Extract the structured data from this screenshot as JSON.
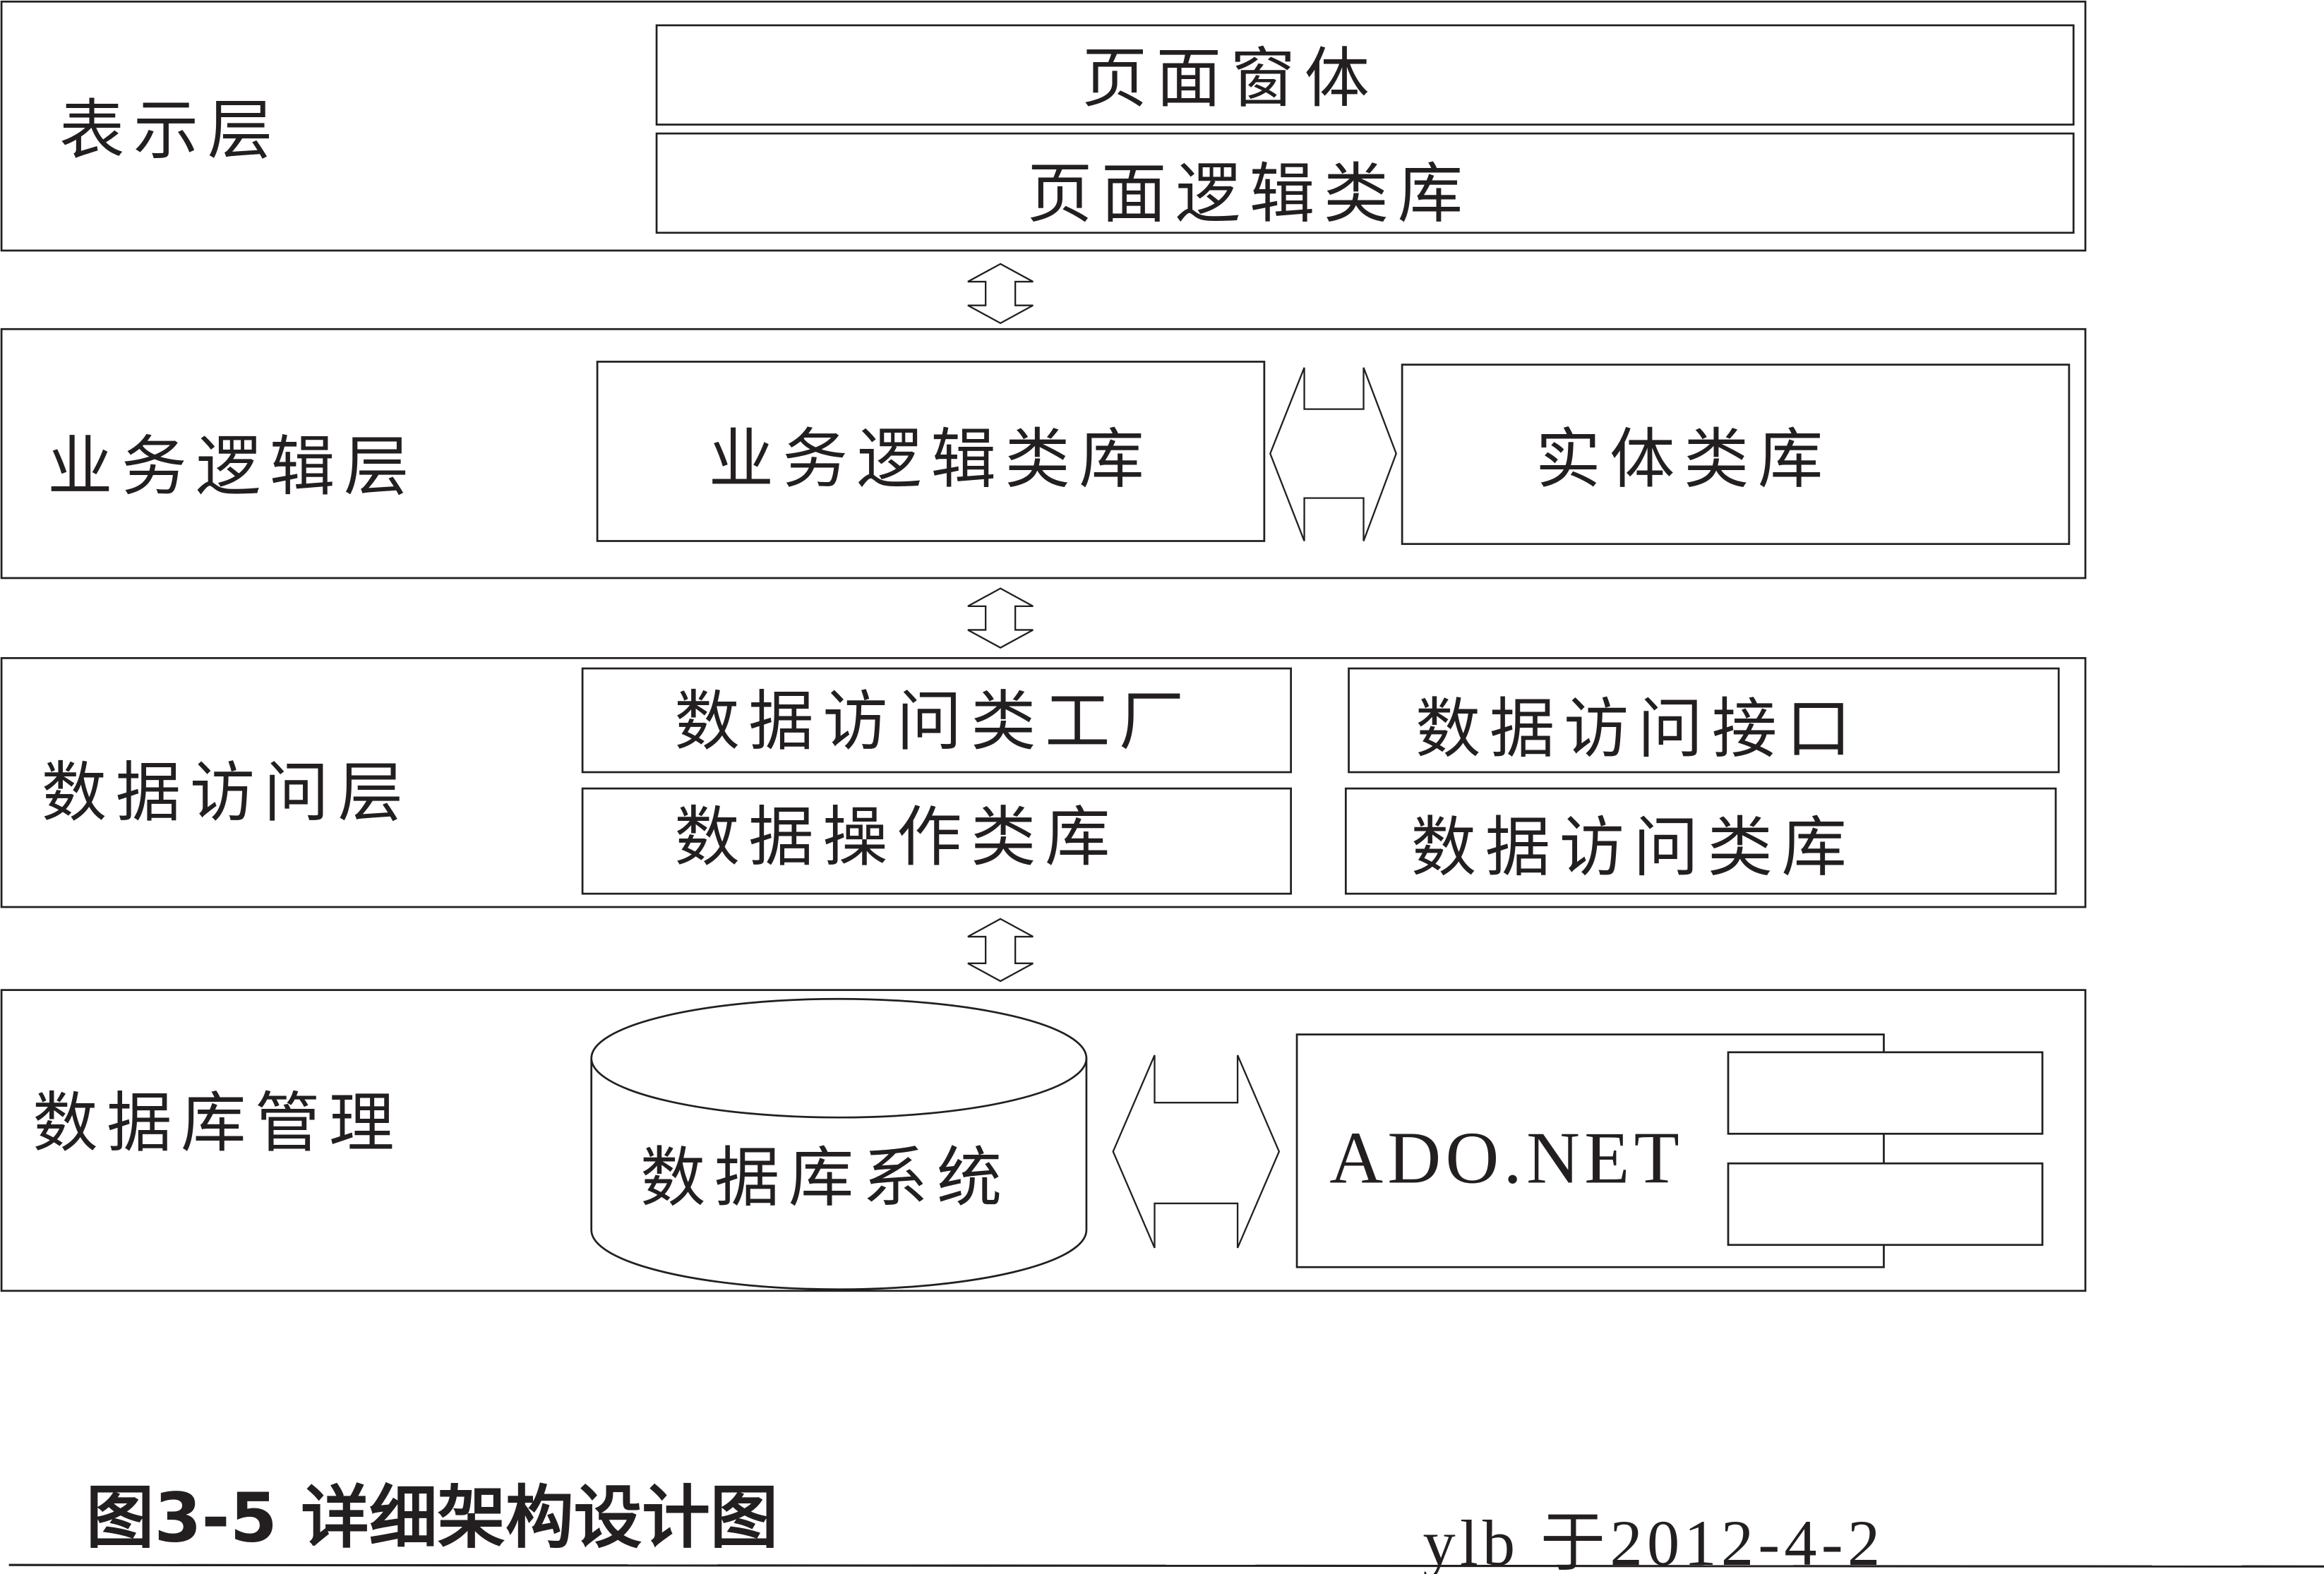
{
  "layers": [
    {
      "label": "表示层",
      "components": [
        "页面窗体",
        "页面逻辑类库"
      ]
    },
    {
      "label": "业务逻辑层",
      "components": [
        "业务逻辑类库",
        "实体类库"
      ]
    },
    {
      "label": "数据访问层",
      "components": [
        "数据访问类工厂",
        "数据访问接口",
        "数据操作类库",
        "数据访问类库"
      ]
    },
    {
      "label": "数据库管理",
      "components": [
        "数据库系统",
        "ADO.NET"
      ]
    }
  ],
  "caption": "图3-5 详细架构设计图",
  "signature": "ylb 于2012-4-2"
}
